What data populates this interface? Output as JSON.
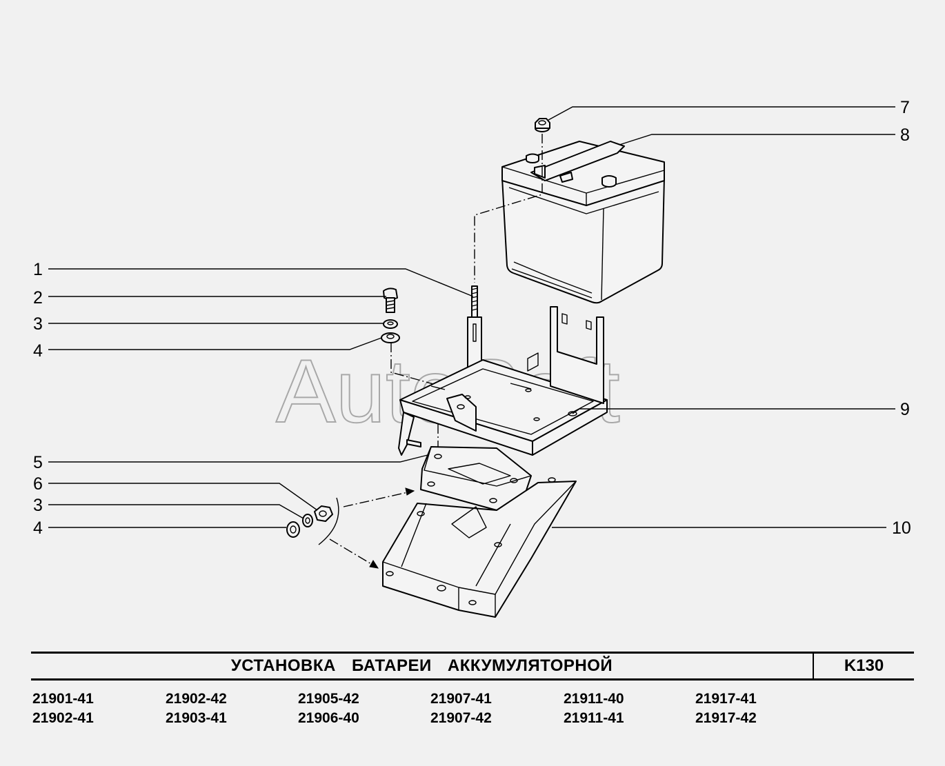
{
  "watermark": "AutoSoft",
  "callouts": [
    {
      "id": "c1",
      "label": "1"
    },
    {
      "id": "c2",
      "label": "2"
    },
    {
      "id": "c3a",
      "label": "3"
    },
    {
      "id": "c4a",
      "label": "4"
    },
    {
      "id": "c5",
      "label": "5"
    },
    {
      "id": "c6",
      "label": "6"
    },
    {
      "id": "c3b",
      "label": "3"
    },
    {
      "id": "c4b",
      "label": "4"
    },
    {
      "id": "c7",
      "label": "7"
    },
    {
      "id": "c8",
      "label": "8"
    },
    {
      "id": "c9",
      "label": "9"
    },
    {
      "id": "c10",
      "label": "10"
    }
  ],
  "title": "УСТАНОВКА БАТАРЕИ АККУМУЛЯТОРНОЙ",
  "code": "K130",
  "models": [
    [
      "21901-41",
      "21902-41"
    ],
    [
      "21902-42",
      "21903-41"
    ],
    [
      "21905-42",
      "21906-40"
    ],
    [
      "21907-41",
      "21907-42"
    ],
    [
      "21911-40",
      "21911-41"
    ],
    [
      "21917-41",
      "21917-42"
    ]
  ]
}
